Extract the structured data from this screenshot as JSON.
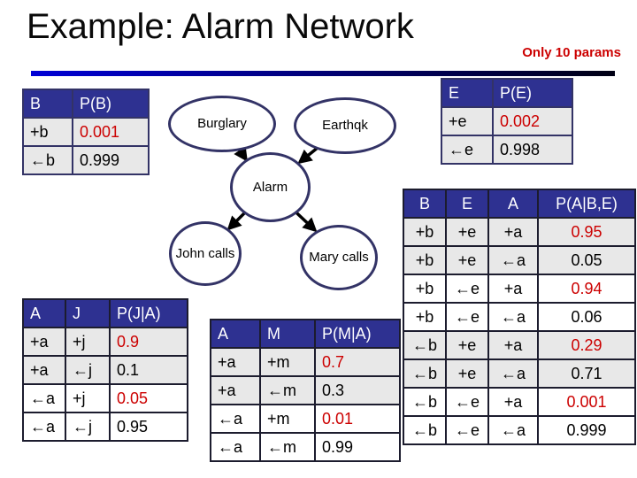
{
  "slide": {
    "title": "Example: Alarm Network",
    "note": "Only 10 params"
  },
  "colors": {
    "header_bg": "#2e3191",
    "highlight_red": "#cc0000",
    "node_border": "#333366",
    "row_shade": "#e8e8e8",
    "rule_gradient_start": "#0000d6",
    "rule_gradient_end": "#000014"
  },
  "network": {
    "nodes": {
      "burglary": "Burglary",
      "earthquake": "Earthqk",
      "alarm": "Alarm",
      "john": "John calls",
      "mary": "Mary calls"
    },
    "edges": [
      "Burglary->Alarm",
      "Earthqk->Alarm",
      "Alarm->John calls",
      "Alarm->Mary calls"
    ]
  },
  "tables": {
    "b": {
      "headers": [
        "B",
        "P(B)"
      ],
      "rows": [
        [
          "+b",
          "0.001"
        ],
        [
          "←b",
          "0.999"
        ]
      ]
    },
    "e": {
      "headers": [
        "E",
        "P(E)"
      ],
      "rows": [
        [
          "+e",
          "0.002"
        ],
        [
          "←e",
          "0.998"
        ]
      ]
    },
    "a": {
      "headers": [
        "B",
        "E",
        "A",
        "P(A|B,E)"
      ],
      "rows": [
        [
          "+b",
          "+e",
          "+a",
          "0.95"
        ],
        [
          "+b",
          "+e",
          "←a",
          "0.05"
        ],
        [
          "+b",
          "←e",
          "+a",
          "0.94"
        ],
        [
          "+b",
          "←e",
          "←a",
          "0.06"
        ],
        [
          "←b",
          "+e",
          "+a",
          "0.29"
        ],
        [
          "←b",
          "+e",
          "←a",
          "0.71"
        ],
        [
          "←b",
          "←e",
          "+a",
          "0.001"
        ],
        [
          "←b",
          "←e",
          "←a",
          "0.999"
        ]
      ]
    },
    "j": {
      "headers": [
        "A",
        "J",
        "P(J|A)"
      ],
      "rows": [
        [
          "+a",
          "+j",
          "0.9"
        ],
        [
          "+a",
          "←j",
          "0.1"
        ],
        [
          "←a",
          "+j",
          "0.05"
        ],
        [
          "←a",
          "←j",
          "0.95"
        ]
      ]
    },
    "m": {
      "headers": [
        "A",
        "M",
        "P(M|A)"
      ],
      "rows": [
        [
          "+a",
          "+m",
          "0.7"
        ],
        [
          "+a",
          "←m",
          "0.3"
        ],
        [
          "←a",
          "+m",
          "0.01"
        ],
        [
          "←a",
          "←m",
          "0.99"
        ]
      ]
    }
  }
}
